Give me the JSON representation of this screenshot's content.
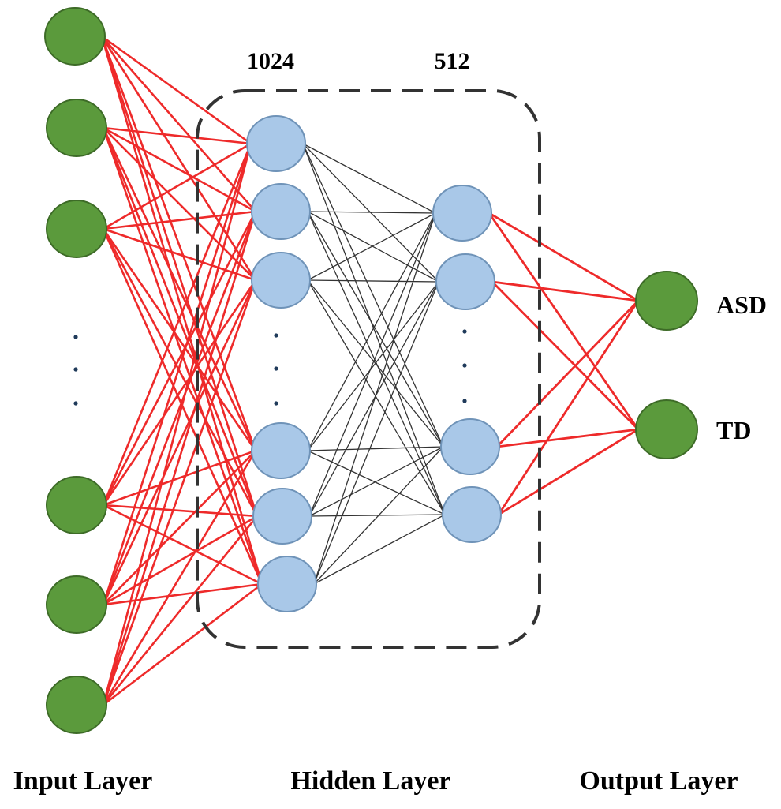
{
  "colors": {
    "input_node_fill": "#5b9a3c",
    "input_node_stroke": "#3d6b27",
    "hidden_node_fill": "#a9c8e8",
    "hidden_node_stroke": "#6f93b8",
    "input_hidden_edge": "#ee2a2a",
    "hidden_hidden_edge": "#333333",
    "hidden_output_edge": "#ee2a2a",
    "hidden_box_stroke": "#333333",
    "ellipsis_dot": "#1f3a5a"
  },
  "layers": {
    "input": {
      "label": "Input Layer",
      "visible_nodes": 6,
      "ellipsis": true
    },
    "hidden1": {
      "size_label": "1024",
      "visible_nodes": 6,
      "ellipsis": true
    },
    "hidden2": {
      "size_label": "512",
      "visible_nodes": 4,
      "ellipsis": true
    },
    "hidden_group_label": "Hidden Layer",
    "output": {
      "label": "Output Layer",
      "classes": [
        "ASD",
        "TD"
      ]
    }
  },
  "connectivity": "fully-connected"
}
